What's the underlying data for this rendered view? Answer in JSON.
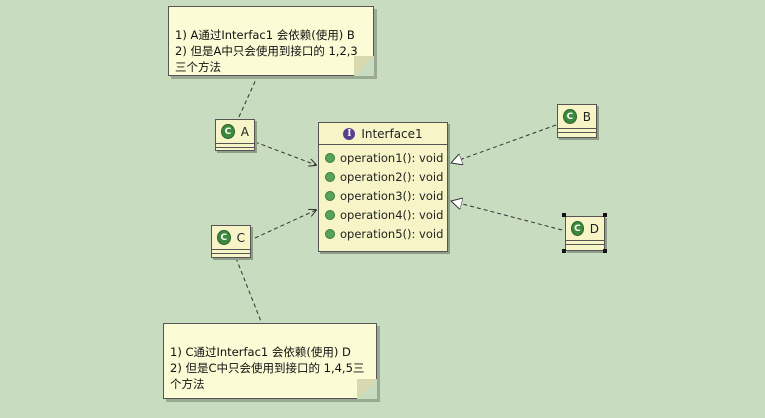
{
  "notes": {
    "top": "1) A通过Interfac1 会依赖(使用) B\n2) 但是A中只会使用到接口的 1,2,3\n三个方法",
    "bottom": "1) C通过Interfac1 会依赖(使用) D\n2) 但是C中只会使用到接口的 1,4,5三\n个方法"
  },
  "classes": {
    "a": "A",
    "b": "B",
    "c": "C",
    "d": "D",
    "class_icon": "C"
  },
  "interface": {
    "icon": "I",
    "name": "Interface1",
    "operations": [
      "operation1(): void",
      "operation2(): void",
      "operation3(): void",
      "operation4(): void",
      "operation5(): void"
    ]
  },
  "colors": {
    "background": "#c8dcc0",
    "note_fill": "#fbfbd6",
    "class_fill": "#f7f5c8",
    "class_icon": "#3d8a3d",
    "interface_icon": "#5a3f8f"
  }
}
